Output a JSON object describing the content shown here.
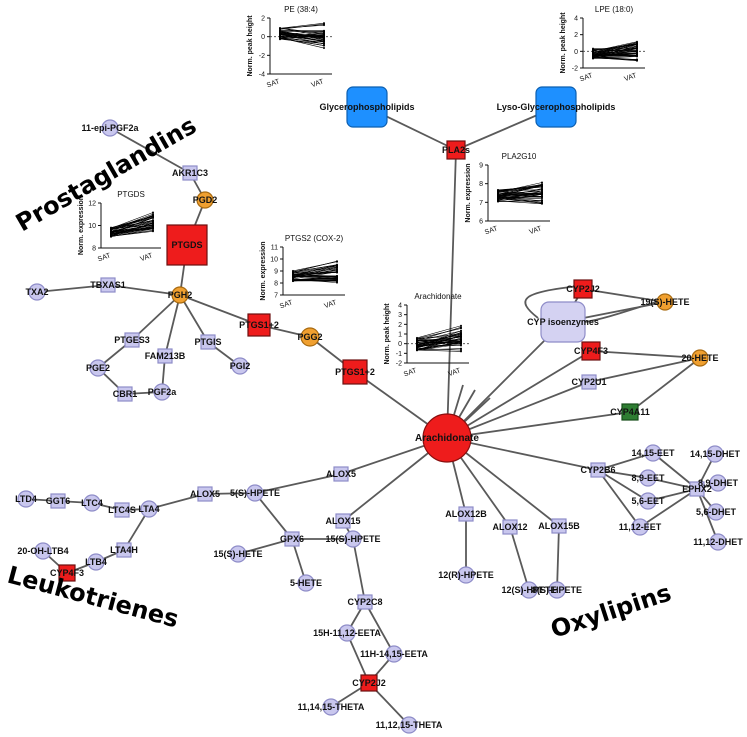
{
  "colors": {
    "gene": "#c9c7ee",
    "gene_stroke": "#8e8cc8",
    "metabolite": "#c9c7ee",
    "up_red": "#ee1c1c",
    "green": "#2e7d32",
    "orange": "#f0a030",
    "blue": "#1e90ff",
    "edge": "#5a5a5a"
  },
  "sections": {
    "prostaglandins": "Prostaglandins",
    "leukotrienes": "Leukotrienes",
    "oxylipins": "Oxylipins"
  },
  "nodes": {
    "glycerophospholipids": "Glycerophospholipids",
    "lyso_glycerophospholipids": "Lyso-Glycerophospholipids",
    "pla2s": "PLA2s",
    "epi_pgf2a": "11-epi-PGF2a",
    "akr1c3": "AKR1C3",
    "pgd2": "PGD2",
    "ptgds": "PTGDS",
    "txa2": "TXA2",
    "tbxas1": "TBXAS1",
    "pgh2": "PGH2",
    "ptgs1_2_a": "PTGS1+2",
    "pgg2": "PGG2",
    "ptgs1_2_b": "PTGS1+2",
    "ptges3": "PTGES3",
    "fam213b": "FAM213B",
    "ptgis": "PTGIS",
    "pgi2": "PGI2",
    "pge2": "PGE2",
    "cbr1": "CBR1",
    "pgf2a": "PGF2a",
    "cyp2j2_top": "CYP2J2",
    "hete19": "19(S)-HETE",
    "cyp_iso": "CYP isoenzymes",
    "cyp4f3_right": "CYP4F3",
    "hete20": "20-HETE",
    "cyp2u1": "CYP2U1",
    "cyp4a11": "CYP4A11",
    "arachidonate": "Arachidonate",
    "alox5_a": "ALOX5",
    "alox5_b": "ALOX5",
    "s5_hpete": "5(S)-HPETE",
    "ltd4": "LTD4",
    "ggt6": "GGT6",
    "ltc4": "LTC4",
    "ltc4s": "LTC4S",
    "lta4": "LTA4",
    "lta4h": "LTA4H",
    "ltb4": "LTB4",
    "oh_ltb4": "20-OH-LTB4",
    "cyp4f3_left": "CYP4F3",
    "gpx6": "GPX6",
    "s15_hete": "15(S)-HETE",
    "hete5": "5-HETE",
    "alox15": "ALOX15",
    "s15_hpete": "15(S)-HPETE",
    "cyp2c8": "CYP2C8",
    "eeta15h": "15H-11,12-EETA",
    "eeta11h": "11H-14,15-EETA",
    "cyp2j2_bottom": "CYP2J2",
    "theta_a": "11,14,15-THETA",
    "theta_b": "11,12,15-THETA",
    "alox12b": "ALOX12B",
    "r12_hpete": "12(R)-HPETE",
    "alox12": "ALOX12",
    "s12_hpete": "12(S)-HPETE",
    "alox15b": "ALOX15B",
    "s8_hpete": "8(S)-HPETE",
    "cyp2b6": "CYP2B6",
    "eet1415": "14,15-EET",
    "eet89": "8,9-EET",
    "eet56": "5,6-EET",
    "eet1112": "11,12-EET",
    "ephx2": "EPHX2",
    "dhet1415": "14,15-DHET",
    "dhet89": "8,9-DHET",
    "dhet56": "5,6-DHET",
    "dhet1112": "11,12-DHET"
  },
  "chart_data": [
    {
      "type": "line",
      "title": "PE (38:4)",
      "ylabel": "Norm. peak height",
      "categories": [
        "SAT",
        "VAT"
      ],
      "ylim": [
        -4,
        2
      ],
      "yticks": [
        -4,
        -2,
        0,
        2
      ],
      "dashed_zero": true
    },
    {
      "type": "line",
      "title": "LPE (18:0)",
      "ylabel": "Norm. peak height",
      "categories": [
        "SAT",
        "VAT"
      ],
      "ylim": [
        -2,
        4
      ],
      "yticks": [
        -2,
        0,
        2,
        4
      ],
      "dashed_zero": true
    },
    {
      "type": "line",
      "title": "PLA2G10",
      "ylabel": "Norm. expression",
      "categories": [
        "SAT",
        "VAT"
      ],
      "ylim": [
        6,
        9
      ],
      "yticks": [
        6,
        7,
        8,
        9
      ],
      "dashed_zero": false
    },
    {
      "type": "line",
      "title": "PTGDS",
      "ylabel": "Norm. expression",
      "categories": [
        "SAT",
        "VAT"
      ],
      "ylim": [
        8,
        12
      ],
      "yticks": [
        8,
        10,
        12
      ],
      "dashed_zero": false
    },
    {
      "type": "line",
      "title": "PTGS2 (COX-2)",
      "ylabel": "Norm. expression",
      "categories": [
        "SAT",
        "VAT"
      ],
      "ylim": [
        7,
        11
      ],
      "yticks": [
        7,
        8,
        9,
        10,
        11
      ],
      "dashed_zero": false
    },
    {
      "type": "line",
      "title": "Arachidonate",
      "ylabel": "Norm. peak height",
      "categories": [
        "SAT",
        "VAT"
      ],
      "ylim": [
        -2,
        4
      ],
      "yticks": [
        -2,
        -1,
        0,
        1,
        2,
        3,
        4
      ],
      "dashed_zero": true
    }
  ]
}
